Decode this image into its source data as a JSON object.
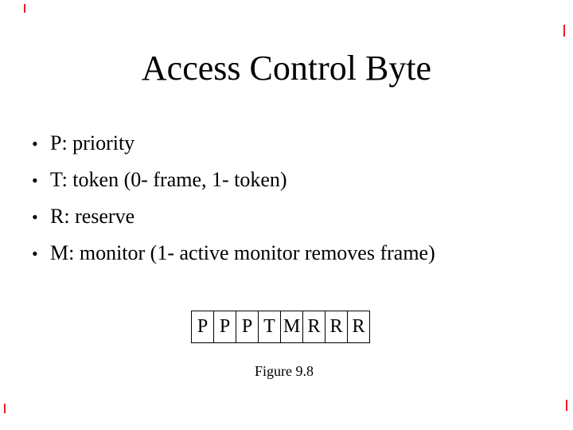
{
  "slide": {
    "title": "Access Control Byte",
    "bullet_char": "•",
    "bullets": [
      "P: priority",
      "T: token (0- frame, 1- token)",
      "R: reserve",
      "M: monitor (1- active monitor removes frame)"
    ],
    "byte_cells": [
      "P",
      "P",
      "P",
      "T",
      "M",
      "R",
      "R",
      "R"
    ],
    "caption": "Figure 9.8",
    "colors": {
      "background": "#ffffff",
      "text": "#000000",
      "table_border": "#000000",
      "corner_mark": "#ee1c25"
    }
  }
}
